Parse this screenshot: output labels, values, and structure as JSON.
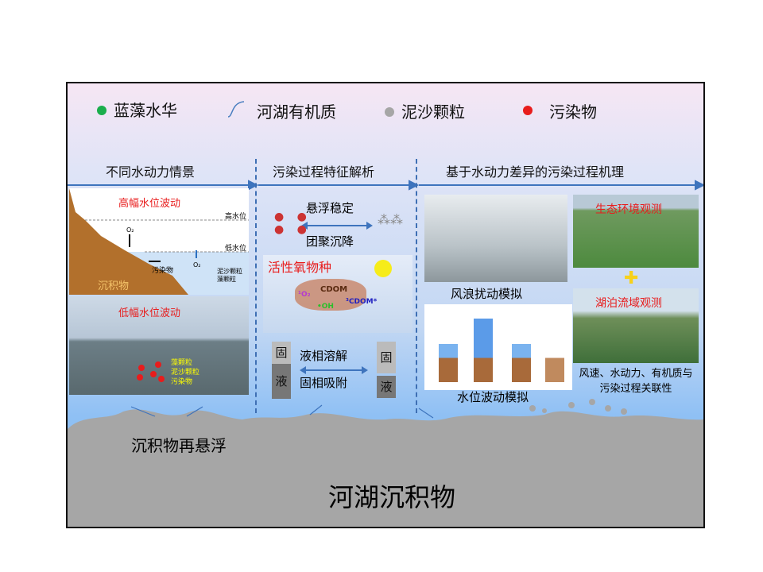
{
  "legend": [
    {
      "label": "蓝藻水华",
      "icon": "green-dot",
      "color": "#1aae4c"
    },
    {
      "label": "河湖有机质",
      "icon": "curve-line",
      "color": "#4a7fc0"
    },
    {
      "label": "泥沙颗粒",
      "icon": "gray-dot",
      "color": "#a6a6a6"
    },
    {
      "label": "污染物",
      "icon": "red-dot",
      "color": "#e81c1c"
    }
  ],
  "sections": {
    "s1": "不同水动力情景",
    "s2": "污染过程特征解析",
    "s3": "基于水动力差异的污染过程机理"
  },
  "panel1": {
    "high_title": "高幅水位波动",
    "high_level": "高水位",
    "low_level": "低水位",
    "o2": "O₂",
    "o2b": "O₂",
    "pollutant": "污染物",
    "sediment": "沉积物",
    "particles": "泥沙颗粒\n藻颗粒",
    "low_title": "低幅水位波动",
    "labels": [
      "藻颗粒",
      "泥沙颗粒",
      "污染物"
    ]
  },
  "panel2": {
    "suspend": "悬浮稳定",
    "flocculate": "团聚沉降",
    "ros_title": "活性氧物种",
    "cdom": "CDOM",
    "singlet": "¹O₂",
    "oh": "•OH",
    "triplet": "³CDOM*",
    "solid": "固",
    "liquid": "液",
    "dissolve": "液相溶解",
    "adsorb": "固相吸附"
  },
  "panel3": {
    "wave_sim": "风浪扰动模拟",
    "level_sim": "水位波动模拟",
    "eco_obs": "生态环境观测",
    "lake_obs": "湖泊流域观测",
    "relation": "风速、水动力、有机质与污染过程关联性"
  },
  "bottom": {
    "resuspend": "沉积物再悬浮",
    "title": "河湖沉积物"
  }
}
